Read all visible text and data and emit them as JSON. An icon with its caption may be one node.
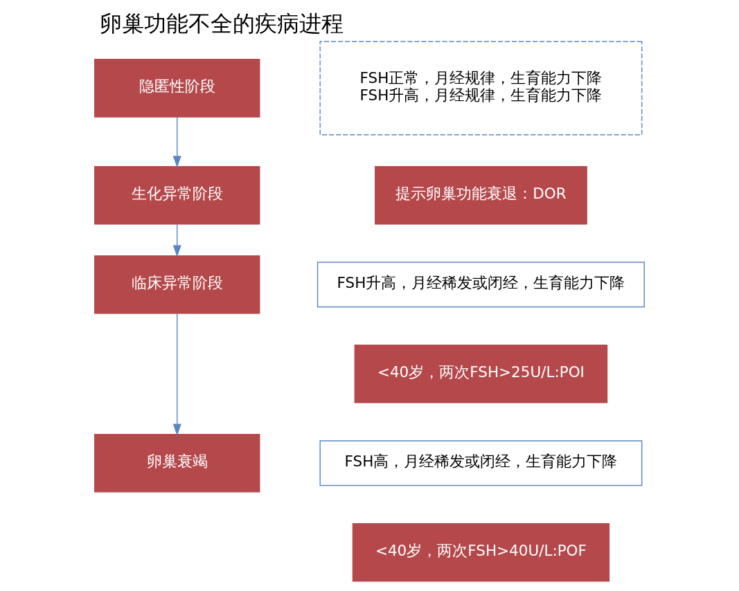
{
  "diagram": {
    "title": "卵巢功能不全的疾病进程",
    "nodes": [
      {
        "text": [
          "隐匿性阶段"
        ]
      },
      {
        "text": [
          "生化异常阶段"
        ]
      },
      {
        "text": [
          "临床异常阶段"
        ]
      },
      {
        "text": [
          "卵巢衰竭"
        ]
      },
      {
        "text": [
          "FSH正常，月经规律，生育能力下降",
          "FSH升高，月经规律，生育能力下降"
        ]
      },
      {
        "text": [
          "提示卵巢功能衰退：DOR"
        ]
      },
      {
        "text": [
          "FSH升高，月经稀发或闭经，生育能力下降"
        ]
      },
      {
        "text": [
          "<40岁，两次FSH>25U/L:POI"
        ]
      },
      {
        "text": [
          "FSH高，月经稀发或闭经，生育能力下降"
        ]
      },
      {
        "text": [
          "<40岁，两次FSH>40U/L:POF"
        ]
      }
    ],
    "edges": [
      {
        "from": 0,
        "to": 1,
        "arrow": "to"
      },
      {
        "from": 1,
        "to": 2,
        "arrow": "to"
      },
      {
        "from": 2,
        "to": 3,
        "arrow": "to"
      }
    ]
  }
}
